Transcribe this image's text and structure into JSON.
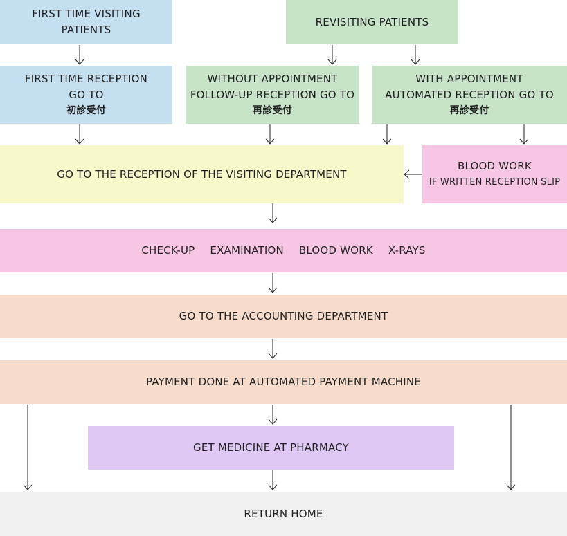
{
  "first_visit": {
    "line1": "FIRST TIME VISITING",
    "line2": "PATIENTS"
  },
  "revisit": {
    "label": "REVISITING PATIENTS"
  },
  "first_reception": {
    "line1": "FIRST TIME RECEPTION",
    "line2": "GO TO",
    "line3": "初診受付"
  },
  "without_appt": {
    "line1": "WITHOUT APPOINTMENT",
    "line2": "FOLLOW-UP RECEPTION GO TO",
    "line3": "再診受付"
  },
  "with_appt": {
    "line1": "WITH APPOINTMENT",
    "line2": "AUTOMATED RECEPTION GO TO",
    "line3": "再診受付"
  },
  "dept_reception": {
    "label": "GO TO THE RECEPTION OF THE VISITING DEPARTMENT"
  },
  "blood_work_side": {
    "line1": "BLOOD WORK",
    "line2": "IF WRITTEN RECEPTION SLIP"
  },
  "services": {
    "items": [
      "CHECK-UP",
      "EXAMINATION",
      "BLOOD WORK",
      "X-RAYS"
    ]
  },
  "accounting": {
    "label": "GO TO THE ACCOUNTING DEPARTMENT"
  },
  "payment": {
    "label": "PAYMENT DONE AT AUTOMATED PAYMENT MACHINE"
  },
  "pharmacy": {
    "label": "GET MEDICINE AT PHARMACY"
  },
  "home": {
    "label": "RETURN HOME"
  },
  "colors": {
    "first_visit": "#c4dff0",
    "revisit": "#c7e3c8",
    "department": "#f7f9cb",
    "services": "#f6c6e4",
    "accounting": "#f7dccb",
    "pharmacy": "#e0c8f5",
    "home": "#f0f0f0"
  }
}
